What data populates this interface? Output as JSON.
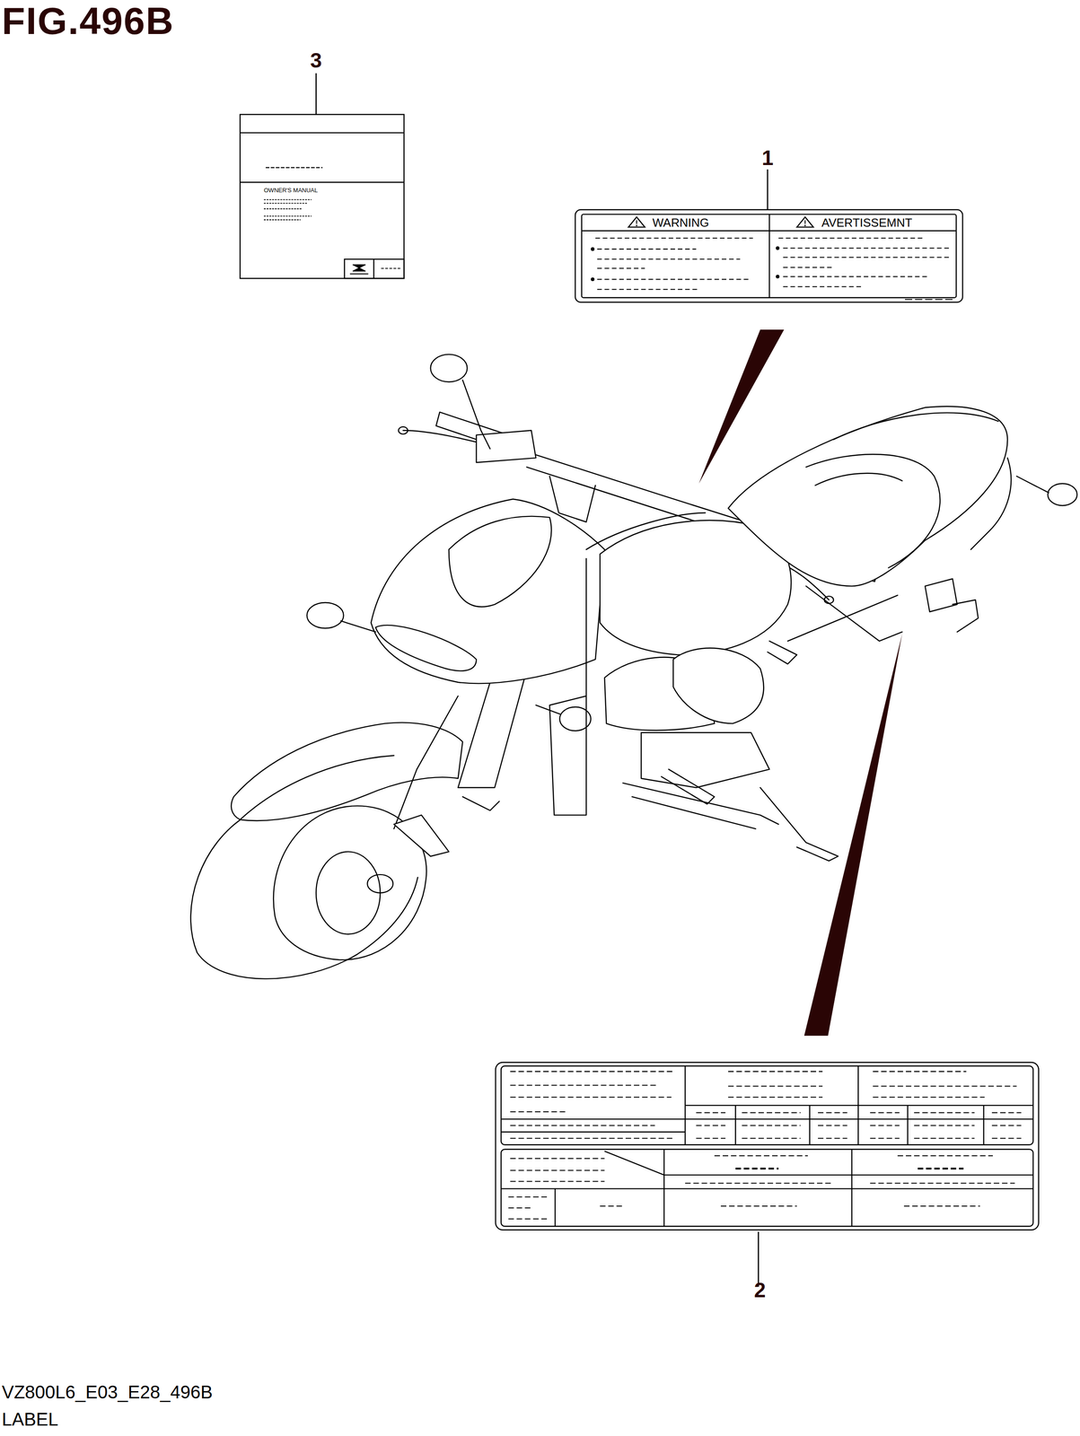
{
  "diagram": {
    "title": "FIG.496B",
    "nodes": [
      {
        "text": [
          "OWNER'S MANUAL"
        ]
      },
      {
        "text": [
          "WARNING",
          "AVERTISSEMNT"
        ]
      }
    ],
    "labels": [
      "3",
      "1",
      "2",
      "VZ800L6_E03_E28_496B",
      "LABEL"
    ]
  }
}
